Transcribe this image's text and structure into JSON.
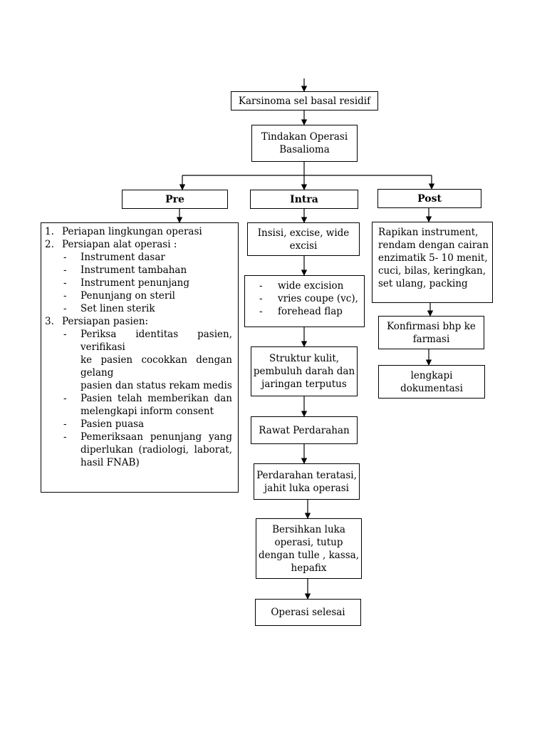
{
  "start_box": "Karsinoma sel basal residif",
  "action_box": [
    "Tindakan Operasi",
    "Basalioma"
  ],
  "phases": {
    "pre": "Pre",
    "intra": "Intra",
    "post": "Post"
  },
  "pre_list": {
    "item1": {
      "num": "1.",
      "text": "Periapan lingkungan operasi"
    },
    "item2": {
      "num": "2.",
      "text": "Persiapan alat operasi :"
    },
    "item2_subs": [
      "Instrument dasar",
      "Instrument tambahan",
      "Instrument penunjang",
      "Penunjang on steril",
      "Set linen sterik"
    ],
    "item3": {
      "num": "3.",
      "text": "Persiapan pasien:"
    },
    "item3_subs": [
      [
        "Periksa identitas pasien, verifikasi",
        "ke pasien cocokkan dengan gelang",
        "pasien dan status rekam medis"
      ],
      [
        "Pasien telah memberikan dan",
        "melengkapi inform consent"
      ],
      [
        "Pasien puasa"
      ],
      [
        "Pemeriksaan penunjang yang",
        "diperlukan (radiologi, laborat,",
        "hasil FNAB)"
      ]
    ],
    "dash": "-"
  },
  "intra_steps": {
    "s1": [
      "Insisi, excise, wide",
      "excisi"
    ],
    "s2": [
      "wide excision",
      "vries coupe (vc),",
      "forehead flap"
    ],
    "s3": [
      "Struktur kulit,",
      "pembuluh darah dan",
      "jaringan terputus"
    ],
    "s4": [
      "Rawat Perdarahan"
    ],
    "s5": [
      "Perdarahan teratasi,",
      "jahit luka operasi"
    ],
    "s6": [
      "Bersihkan luka",
      "operasi, tutup",
      "dengan tulle , kassa,",
      "hepafix"
    ],
    "s7": [
      "Operasi selesai"
    ]
  },
  "post_steps": {
    "s1": [
      "Rapikan instrument,",
      "rendam dengan cairan",
      "enzimatik 5- 10 menit,",
      "cuci, bilas, keringkan,",
      "set ulang, packing"
    ],
    "s2": [
      "Konfirmasi bhp ke",
      "farmasi"
    ],
    "s3": [
      "lengkapi",
      "dokumentasi"
    ]
  }
}
